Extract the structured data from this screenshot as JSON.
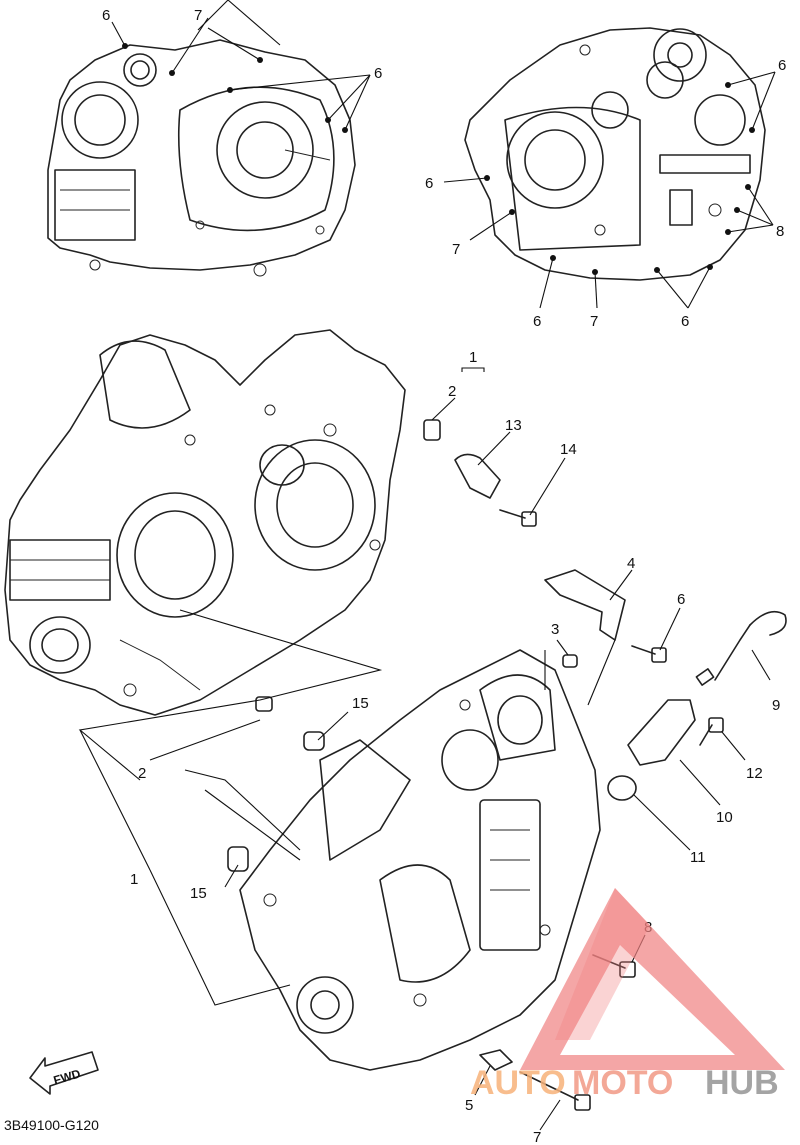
{
  "diagram": {
    "part_code": "3B49100-G120",
    "fwd_label": "FWD",
    "callouts": {
      "c1": "1",
      "c2": "2",
      "c3": "3",
      "c4": "4",
      "c5": "5",
      "c6": "6",
      "c7": "7",
      "c8": "8",
      "c9": "9",
      "c10": "10",
      "c11": "11",
      "c12": "12",
      "c13": "13",
      "c14": "14",
      "c15": "15"
    },
    "top_left_labels": {
      "six_a": "6",
      "seven_a": "7",
      "six_b": "6"
    },
    "top_right_labels": {
      "six_c": "6",
      "six_d": "6",
      "seven_b": "7",
      "eight_b": "8",
      "six_e": "6",
      "seven_c": "7",
      "six_f": "6"
    },
    "main_labels": {
      "one_top": "1",
      "two_top": "2",
      "thirteen": "13",
      "fourteen": "14",
      "four": "4",
      "six_g": "6",
      "three": "3",
      "nine": "9",
      "fifteen_a": "15",
      "two_mid": "2",
      "twelve": "12",
      "ten": "10",
      "eleven": "11",
      "one_left": "1",
      "fifteen_b": "15",
      "eight_c": "8",
      "five": "5",
      "seven_d": "7"
    }
  },
  "watermark": {
    "part_a": "AUTO",
    "part_b": "MOTO",
    "part_c": "HUB",
    "color_a": "#f7b27a",
    "color_b": "#f29a86",
    "color_c": "#9b9b9b",
    "triangle_color": "#f08080"
  }
}
